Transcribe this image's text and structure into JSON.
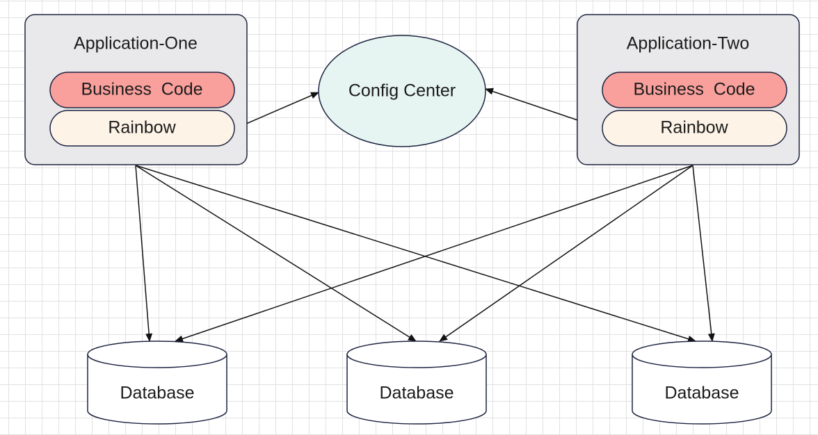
{
  "app_one": {
    "title": "Application-One",
    "business_code": "Business  Code",
    "rainbow": "Rainbow"
  },
  "app_two": {
    "title": "Application-Two",
    "business_code": "Business  Code",
    "rainbow": "Rainbow"
  },
  "config_center": {
    "label": "Config Center"
  },
  "databases": [
    {
      "label": "Database"
    },
    {
      "label": "Database"
    },
    {
      "label": "Database"
    }
  ],
  "colors": {
    "app_fill": "#e9e9eb",
    "business_code_fill": "#f9a09c",
    "rainbow_fill": "#fdf3e7",
    "config_center_fill": "#e6f5f2",
    "database_fill": "#ffffff",
    "stroke": "#1c2340",
    "grid": "#e1e1e1"
  }
}
